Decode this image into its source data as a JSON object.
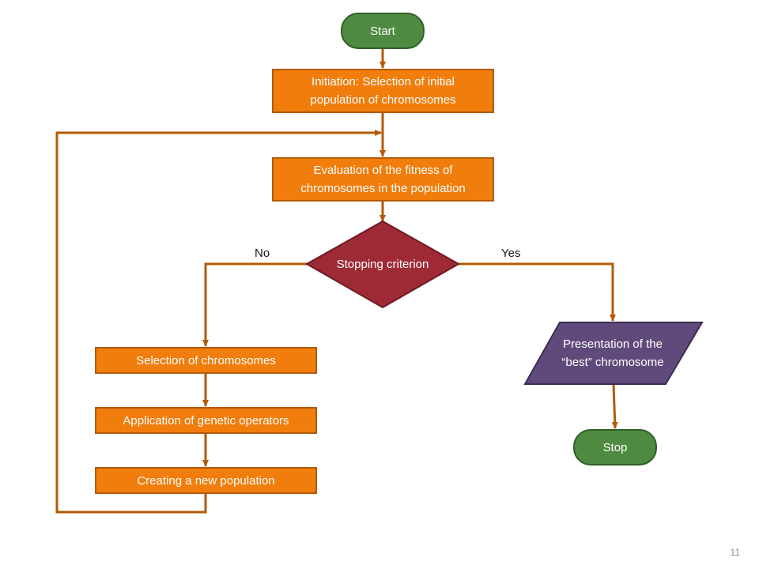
{
  "colors": {
    "process": "#f07d0c",
    "process_border": "#b35a06",
    "terminal": "#4e8b40",
    "terminal_border": "#2f5e26",
    "decision": "#9e2a35",
    "decision_border": "#6d1a22",
    "io": "#604a7b",
    "io_border": "#3d2c52",
    "connector": "#b35a06"
  },
  "nodes": {
    "start": "Start",
    "initiation": "Initiation: Selection of initial population of chromosomes",
    "evaluation": "Evaluation of the fitness of chromosomes in the population",
    "decision": "Stopping criterion",
    "selection": "Selection of chromosomes",
    "operators": "Application of genetic operators",
    "new_population": "Creating a new population",
    "presentation": "Presentation of the “best” chromosome",
    "stop": "Stop"
  },
  "edge_labels": {
    "no": "No",
    "yes": "Yes"
  },
  "page_number": "11"
}
